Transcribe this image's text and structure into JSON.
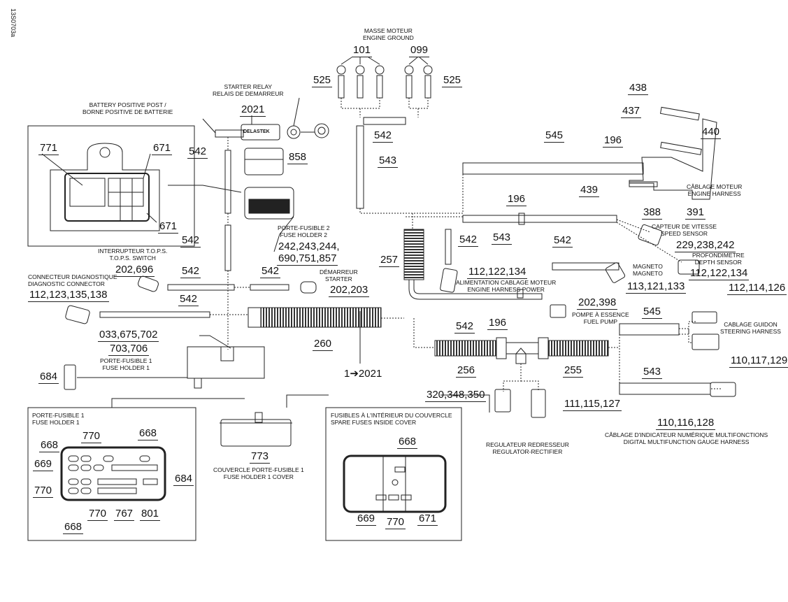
{
  "drawing_code": "13S0703a",
  "captions": {
    "engine_ground": "MASSE MOTEUR\nENGINE GROUND",
    "starter_relay": "STARTER RELAY\nRELAIS DE DEMARREUR",
    "battery_post": "BATTERY POSITIVE POST /\nBORNE POSITIVE DE BATTERIE",
    "engine_harness": "CÂBLAGE MOTEUR\nENGINE HARNESS",
    "speed_sensor": "CAPTEUR DE VITESSE\nSPEED SENSOR",
    "fuse_holder_2": "PORTE-FUSIBLE 2\nFUSE HOLDER 2",
    "tops_switch": "INTERRUPTEUR T.O.P.S.\nT.O.P.S. SWITCH",
    "depth_sensor": "PROFONDIMETRE\nDEPTH SENSOR",
    "harness_power": "ALIMENTATION CABLAGE MOTEUR\nENGINE HARNESS POWER",
    "magneto": "MAGNETO\nMAGNETO",
    "diagnostic_connector": "CONNECTEUR DIAGNOSTIQUE\nDIAGNOSTIC CONNECTOR",
    "starter": "DÉMARREUR\nSTARTER",
    "fuel_pump": "POMPE À ESSENCE\nFUEL PUMP",
    "steering_harness": "CABLAGE GUIDON\nSTEERING HARNESS",
    "fuse_holder_1": "PORTE-FUSIBLE 1\nFUSE HOLDER 1",
    "fuse_holder_1_box": "PORTE-FUSIBLE 1\nFUSE HOLDER 1",
    "spare_fuses": "FUSIBLES À L'INTÉRIEUR DU COUVERCLE\nSPARE FUSES INSIDE COVER",
    "fuse_cover": "COUVERCLE PORTE-FUSIBLE 1\nFUSE HOLDER 1 COVER",
    "regulator": "REGULATEUR REDRESSEUR\nREGULATOR-RECTIFIER",
    "gauge_harness": "CÂBLAGE D'INDICATEUR NUMÉRIQUE MULTIFONCTIONS\nDIGITAL MULTIFUNCTION GAUGE HARNESS",
    "relay_brand": "DELASTEK"
  },
  "parts": {
    "p101": "101",
    "p099": "099",
    "p525a": "525",
    "p525b": "525",
    "p2021": "2021",
    "p542_top": "542",
    "p543_top": "543",
    "p545_top": "545",
    "p438": "438",
    "p437": "437",
    "p440": "440",
    "p196_top": "196",
    "p771": "771",
    "p671a": "671",
    "p671b": "671",
    "p542_l1": "542",
    "p858": "858",
    "p439": "439",
    "p388": "388",
    "p391": "391",
    "p196_mid": "196",
    "p543_mid": "543",
    "p542_mid1": "542",
    "p542_mid2": "542",
    "p229": "229,238,242",
    "p542_l2": "542",
    "p242": "242,243,244,",
    "p690": "690,751,857",
    "p202_696": "202,696",
    "p257": "257",
    "p112_122_134a": "112,122,134",
    "p112_122_134b": "112,122,134",
    "p113": "113,121,133",
    "p542_a": "542",
    "p542_b": "542",
    "p112_123": "112,123,135,138",
    "p202_203": "202,203",
    "p112_114": "112,114,126",
    "p542_c": "542",
    "p202_398": "202,398",
    "p545_low": "545",
    "p542_low": "542",
    "p196_low": "196",
    "p033": "033,675,702",
    "p703": "703,706",
    "p260": "260",
    "p110_117": "110,117,129",
    "p684": "684",
    "p1_2021": "1➔2021",
    "p256": "256",
    "p255": "255",
    "p543_low": "543",
    "p320": "320,348,350",
    "p111": "111,115,127",
    "p773": "773",
    "p110_116": "110,116,128",
    "b_770a": "770",
    "b_668a": "668",
    "b_668b": "668",
    "b_669": "669",
    "b_684": "684",
    "b_770b": "770",
    "b_770c": "770",
    "b_767": "767",
    "b_801": "801",
    "b_668c": "668",
    "s_668": "668",
    "s_669": "669",
    "s_770": "770",
    "s_671": "671"
  }
}
